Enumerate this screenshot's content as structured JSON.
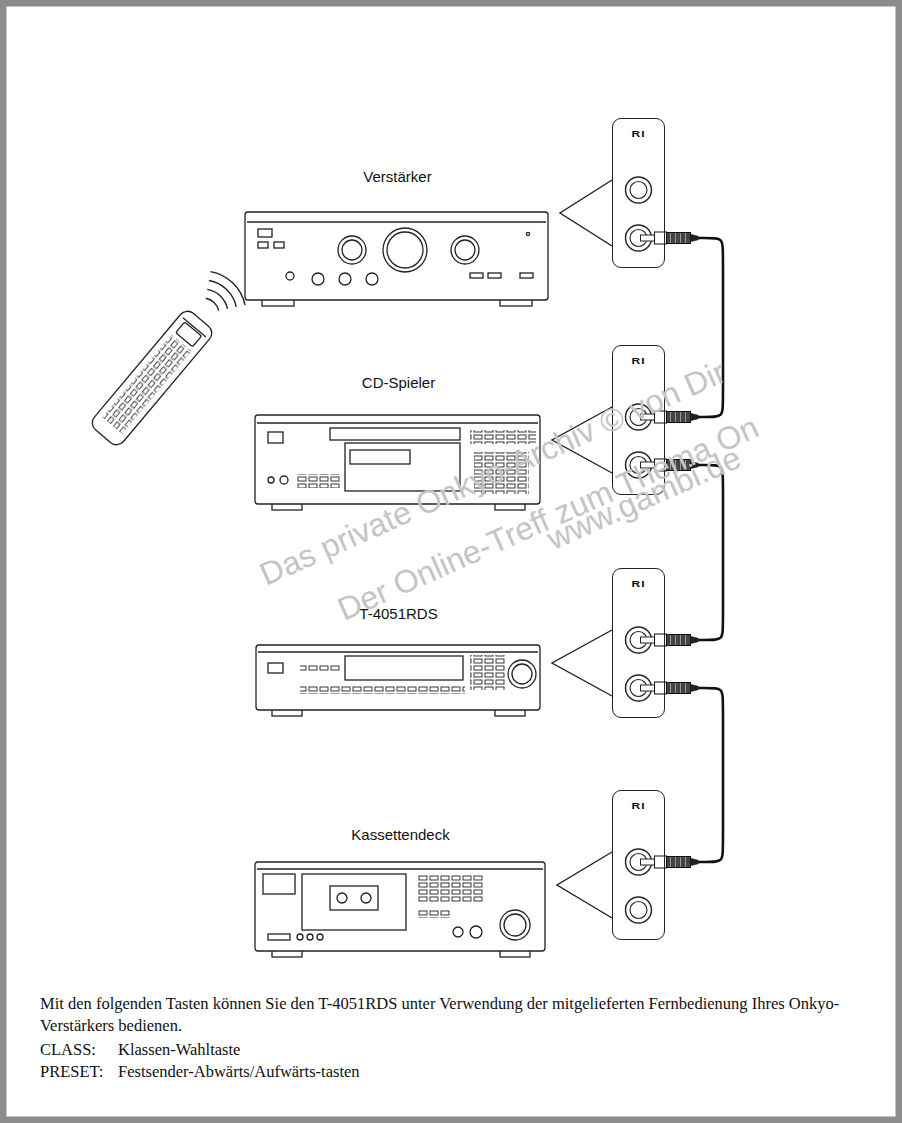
{
  "diagram": {
    "nodes": [
      {
        "text": [
          "Verstärker"
        ]
      },
      {
        "text": [
          "RI"
        ]
      },
      {
        "text": [
          "CD-Spieler"
        ]
      },
      {
        "text": [
          "RI"
        ]
      },
      {
        "text": [
          "T-4051RDS"
        ]
      },
      {
        "text": [
          "RI"
        ]
      },
      {
        "text": [
          "Kassettendeck"
        ]
      },
      {
        "text": [
          "RI"
        ]
      }
    ],
    "edges": [
      {
        "from": 1,
        "to": 3,
        "arrow": "none"
      },
      {
        "from": 3,
        "to": 5,
        "arrow": "none"
      },
      {
        "from": 5,
        "to": 7,
        "arrow": "none"
      }
    ],
    "labels": [
      "Das private Onkyo-Archiv © von Dir",
      "Der Online-Treff zum Thema On",
      "www.gambi.de",
      "Mit den folgenden Tasten können Sie den T-4051RDS unter Verwendung der mitgelieferten Fernbedienung Ihres Onkyo-Verstärkers bedienen.",
      "CLASS:",
      "Klassen-Wahltaste",
      "PRESET:",
      "Festsender-Abwärts/Aufwärts-tasten"
    ]
  }
}
